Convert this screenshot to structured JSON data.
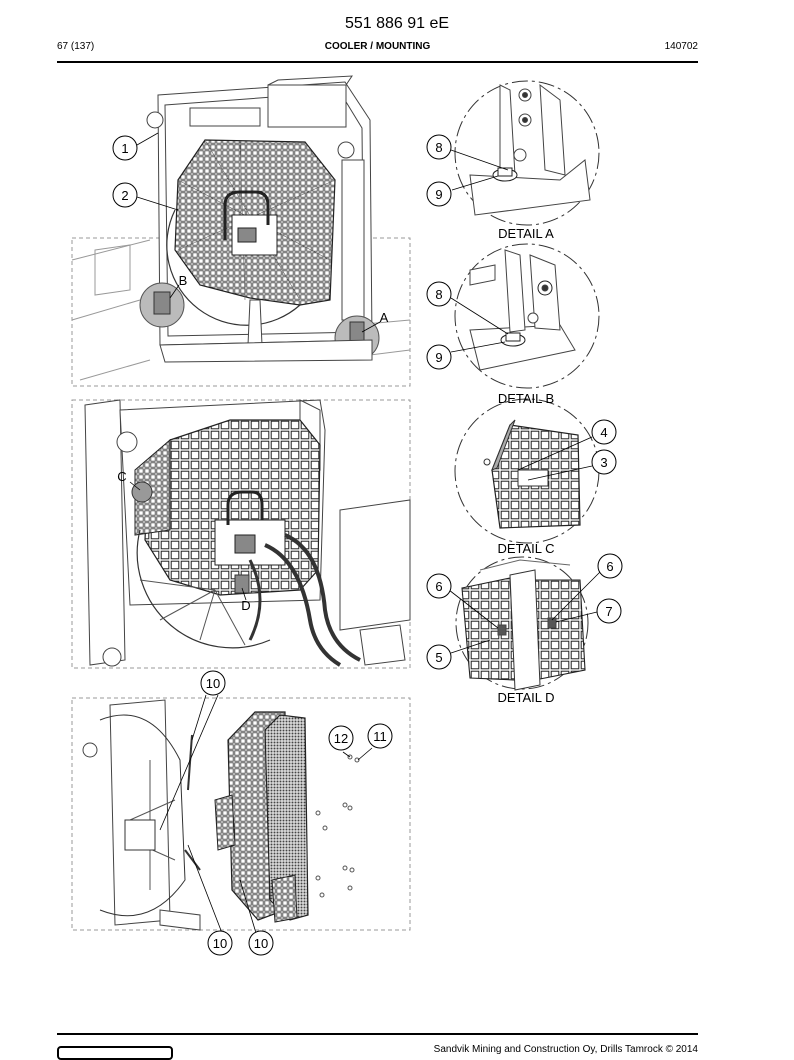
{
  "document": {
    "doc_number": "551 886 91 eE",
    "page_count": "67 (137)",
    "section_title": "COOLER / MOUNTING",
    "date_code": "140702",
    "copyright": "Sandvik Mining and Construction Oy, Drills Tamrock © 2014"
  },
  "details": {
    "a": "DETAIL A",
    "b": "DETAIL B",
    "c": "DETAIL C",
    "d": "DETAIL D"
  },
  "view_letters": {
    "a": "A",
    "b": "B",
    "c": "C",
    "d": "D"
  },
  "callouts": {
    "c1": "1",
    "c2": "2",
    "c3": "3",
    "c4": "4",
    "c5": "5",
    "c6": "6",
    "c7": "7",
    "c8": "8",
    "c9": "9",
    "c10": "10",
    "c11": "11",
    "c12": "12"
  }
}
